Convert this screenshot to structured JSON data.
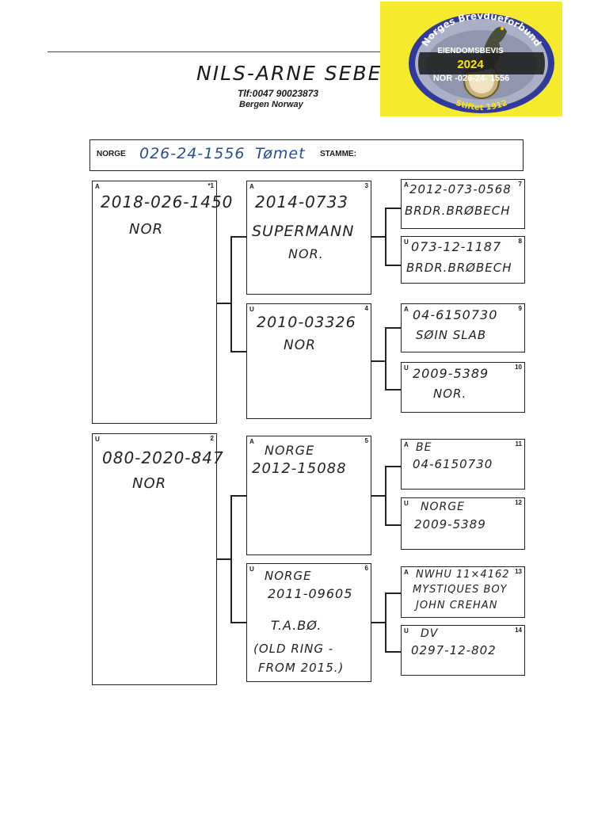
{
  "header": {
    "owner_name": "NILS-ARNE SEBERG",
    "phone": "Tlf:0047 90023873",
    "city": "Bergen  Norway"
  },
  "certificate": {
    "org_name": "Norges Brevdueforbund",
    "doc_type": "EIENDOMSBEVIS",
    "year": "2024",
    "ring_number": "NOR -026-24- 1556",
    "founded": "Stiftet 1912",
    "background_color": "#f6ea2c"
  },
  "pigeon": {
    "country": "NORGE",
    "ring": "026-24-1556",
    "color": "Tømet",
    "strain_label": "STAMME:",
    "strain": ""
  },
  "ancestors": [
    {
      "pos": "*1",
      "sex": "A",
      "lines": [
        "2018-026-1450",
        "NOR"
      ]
    },
    {
      "pos": "2",
      "sex": "U",
      "lines": [
        "080-2020-847",
        "NOR"
      ]
    },
    {
      "pos": "3",
      "sex": "A",
      "lines": [
        "2014-0733",
        "SUPERMANN",
        "NOR."
      ]
    },
    {
      "pos": "4",
      "sex": "U",
      "lines": [
        "2010-03326",
        "NOR"
      ]
    },
    {
      "pos": "5",
      "sex": "A",
      "lines": [
        "NORGE",
        "2012-15088"
      ]
    },
    {
      "pos": "6",
      "sex": "U",
      "lines": [
        "NORGE",
        "2011-09605",
        "T.A.BØ.",
        "(OLD RING -",
        "FROM 2015.)"
      ]
    },
    {
      "pos": "7",
      "sex": "A",
      "lines": [
        "2012-073-0568",
        "BRDR.BRØBECH"
      ]
    },
    {
      "pos": "8",
      "sex": "U",
      "lines": [
        "073-12-1187",
        "BRDR.BRØBECH"
      ]
    },
    {
      "pos": "9",
      "sex": "A",
      "lines": [
        "04-6150730",
        "SØIN SLAB"
      ]
    },
    {
      "pos": "10",
      "sex": "U",
      "lines": [
        "2009-5389",
        "NOR."
      ]
    },
    {
      "pos": "11",
      "sex": "A",
      "lines": [
        "BE",
        "04-6150730"
      ]
    },
    {
      "pos": "12",
      "sex": "U",
      "lines": [
        "NORGE",
        "2009-5389"
      ]
    },
    {
      "pos": "13",
      "sex": "A",
      "lines": [
        "NWHU 11×4162",
        "MYSTIQUES BOY",
        "JOHN CREHAN"
      ]
    },
    {
      "pos": "14",
      "sex": "U",
      "lines": [
        "DV",
        "0297-12-802"
      ]
    }
  ]
}
